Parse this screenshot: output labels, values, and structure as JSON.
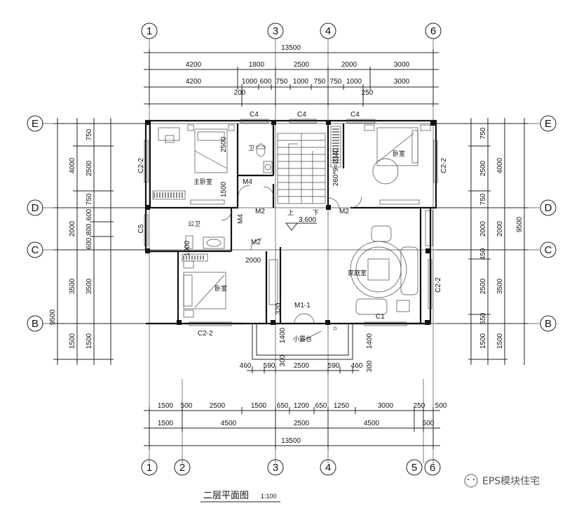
{
  "drawing": {
    "title": "二层平面图",
    "scale": "1:100",
    "elevation": "3.600",
    "watermark": "EPS模块住宅"
  },
  "axes": {
    "top": [
      "1",
      "3",
      "4",
      "6"
    ],
    "bottom": [
      "1",
      "2",
      "3",
      "4",
      "5",
      "6"
    ],
    "left": [
      "E",
      "D",
      "C",
      "B"
    ],
    "right": [
      "E",
      "D",
      "C",
      "B"
    ]
  },
  "dims_top": {
    "total": "13500",
    "row2": [
      "4200",
      "1800",
      "2500",
      "2000",
      "3000"
    ],
    "row3": [
      "4200",
      "1000",
      "600",
      "750",
      "1000",
      "750",
      "750",
      "1000",
      "3000"
    ],
    "extra": [
      "200",
      "250"
    ]
  },
  "dims_bottom": {
    "row1": [
      "460",
      "590",
      "2500",
      "590",
      "460"
    ],
    "row2": [
      "1500",
      "500",
      "2500",
      "1500",
      "650",
      "1200",
      "650",
      "1250",
      "3000",
      "250",
      "500"
    ],
    "row3": [
      "1500",
      "4500",
      "2500",
      "4500",
      "500"
    ],
    "total": "13500"
  },
  "dims_left": {
    "outer": [
      "4000",
      "2000",
      "3500",
      "1500"
    ],
    "inner": [
      "750",
      "2500",
      "750",
      "600",
      "800",
      "600",
      "3500",
      "1500"
    ],
    "total": "9500"
  },
  "dims_right": {
    "inner": [
      "750",
      "2500",
      "750",
      "2000",
      "450",
      "2500",
      "550",
      "1500"
    ],
    "outer": [
      "4000",
      "2000",
      "3500",
      "1500"
    ],
    "total": "9500"
  },
  "rooms": {
    "master_bedroom": "主卧室",
    "bath": "卫",
    "bedroom_ne": "卧室",
    "public_bath": "公卫",
    "bedroom_sw": "卧室",
    "family_room": "家庭室",
    "balcony": "小露台",
    "up": "上",
    "down": "下"
  },
  "labels": {
    "c4a": "C4",
    "c4b": "C4",
    "c4c": "C4",
    "c22_left": "C2-2",
    "c22_right": "C2-2",
    "c22_right2": "C2-2",
    "c22_bottom": "C2-2",
    "c5": "C5",
    "c1": "C1",
    "m4a": "M4",
    "m4b": "M4",
    "m2a": "M2",
    "m2b": "M2",
    "m2c": "M2",
    "m11": "M1-1",
    "stair": "260*9=2340",
    "d2500": "2500",
    "d1500": "1500",
    "d2000": "2000",
    "d1400a": "1400",
    "d1400b": "1400",
    "d300a": "300",
    "d300b": "300",
    "d320": "320",
    "d1000": "1000"
  }
}
